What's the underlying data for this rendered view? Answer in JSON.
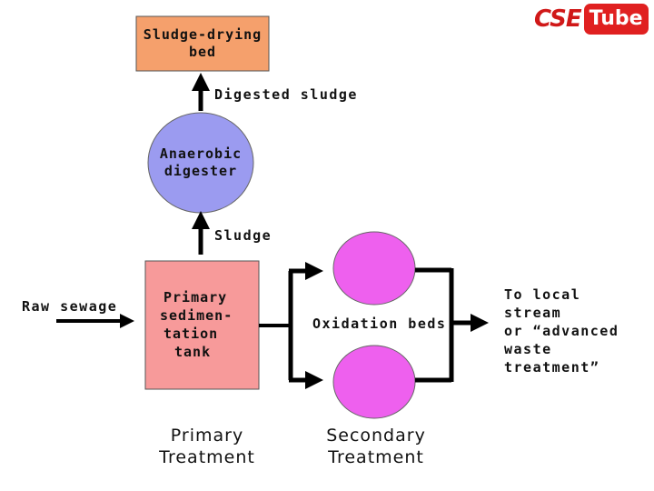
{
  "logo": {
    "part1": "CSE",
    "part2": "Tube",
    "part1_color": "#d01818"
  },
  "colors": {
    "drying_bed": "#f5a06c",
    "digester": "#9b9bf0",
    "sedimentation_tank": "#f79a9a",
    "oxidation_beds": "#ee60ee",
    "lines": "#000000"
  },
  "nodes": {
    "drying_bed": {
      "line1": "Sludge-drying",
      "line2": "bed"
    },
    "digester": {
      "line1": "Anaerobic",
      "line2": "digester"
    },
    "sedimentation": {
      "line1": "Primary",
      "line2": "sedimen-",
      "line3": "tation",
      "line4": "tank"
    },
    "oxidation": {
      "label": "Oxidation beds"
    }
  },
  "flows": {
    "digested_sludge": "Digested sludge",
    "sludge": "Sludge",
    "raw_sewage": "Raw sewage",
    "output_line1": "To local",
    "output_line2": "stream",
    "output_line3": "or “advanced",
    "output_line4": "waste",
    "output_line5": "treatment”"
  },
  "captions": {
    "primary_line1": "Primary",
    "primary_line2": "Treatment",
    "secondary_line1": "Secondary",
    "secondary_line2": "Treatment"
  }
}
